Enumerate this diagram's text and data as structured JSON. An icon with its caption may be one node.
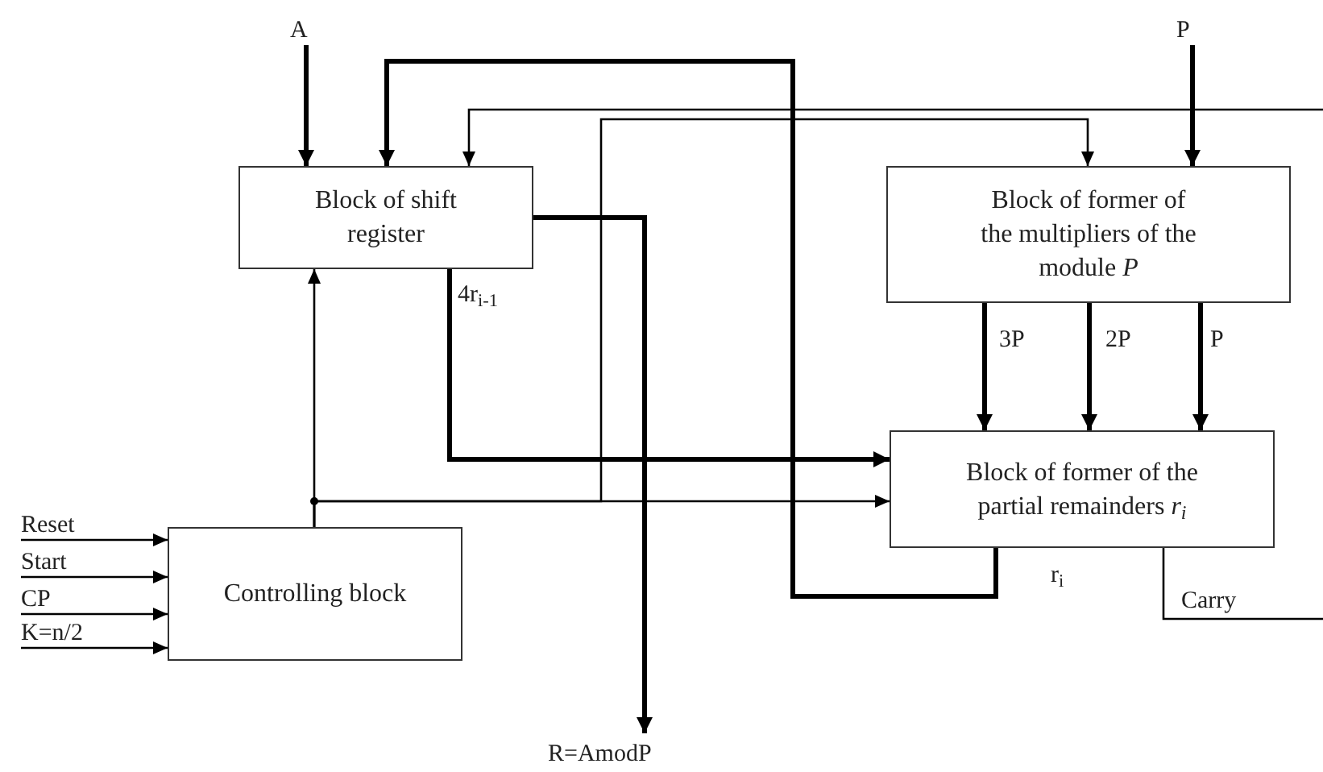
{
  "diagram": {
    "nodes": [
      {
        "text": [
          "A"
        ]
      },
      {
        "text": [
          "P"
        ]
      },
      {
        "text": [
          "Block of shift register"
        ]
      },
      {
        "text": [
          "Block of former of the multipliers of the module *P*"
        ]
      },
      {
        "text": [
          "Block of former of the partial remainders *r$_{i}$*"
        ]
      },
      {
        "text": [
          "Controlling block"
        ]
      },
      {
        "text": [
          "Reset"
        ]
      },
      {
        "text": [
          "Start"
        ]
      },
      {
        "text": [
          "CP"
        ]
      },
      {
        "text": [
          "K=n/2"
        ]
      },
      {
        "text": [
          "R=AmodP"
        ]
      }
    ],
    "edges": [
      {
        "from": 0,
        "to": 2,
        "arrow": "to",
        "style": "thick"
      },
      {
        "from": 1,
        "to": 3,
        "arrow": "to",
        "style": "thick"
      },
      {
        "from": 4,
        "to": 2,
        "arrow": "to",
        "style": "thick",
        "label": "r$_{i}$"
      },
      {
        "from": 2,
        "to": 4,
        "arrow": "to",
        "style": "thick",
        "label": "4r$_{i-1}$"
      },
      {
        "from": 2,
        "to": 10,
        "arrow": "to",
        "style": "thick"
      },
      {
        "from": 3,
        "to": 4,
        "arrow": "to",
        "style": "thick",
        "label": "3P"
      },
      {
        "from": 3,
        "to": 4,
        "arrow": "to",
        "style": "thick",
        "label": "2P"
      },
      {
        "from": 3,
        "to": 4,
        "arrow": "to",
        "style": "thick",
        "label": "P"
      },
      {
        "from": 4,
        "to": null,
        "arrow": "none",
        "label": "Carry"
      },
      {
        "from": null,
        "to": 2,
        "arrow": "to"
      },
      {
        "from": 5,
        "to": 2,
        "arrow": "to"
      },
      {
        "from": 5,
        "to": 4,
        "arrow": "to"
      },
      {
        "from": 5,
        "to": 3,
        "arrow": "to"
      },
      {
        "from": 6,
        "to": 5,
        "arrow": "to"
      },
      {
        "from": 7,
        "to": 5,
        "arrow": "to"
      },
      {
        "from": 8,
        "to": 5,
        "arrow": "to"
      },
      {
        "from": 9,
        "to": 5,
        "arrow": "to"
      }
    ]
  }
}
